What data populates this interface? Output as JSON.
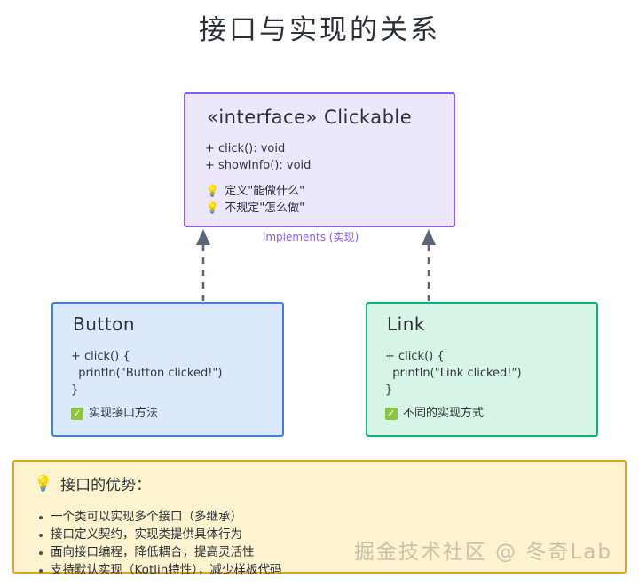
{
  "title": "接口与实现的关系",
  "interface_box": {
    "name": "«interface» Clickable",
    "members": "+ click(): void\n+ showInfo(): void",
    "notes": [
      {
        "icon": "💡",
        "text": "定义\"能做什么\""
      },
      {
        "icon": "💡",
        "text": "不规定\"怎么做\""
      }
    ],
    "fill": "#ece7fb",
    "border": "#8b5cf6"
  },
  "edge_label": "implements (实现)",
  "implementations": [
    {
      "name": "Button",
      "members": "+ click() {\n  println(\"Button clicked!\")\n}",
      "note_icon": "✓",
      "note_text": "实现接口方法",
      "fill": "#dce9fa",
      "border": "#3b82e0"
    },
    {
      "name": "Link",
      "members": "+ click() {\n  println(\"Link clicked!\")\n}",
      "note_icon": "✓",
      "note_text": "不同的实现方式",
      "fill": "#d6f5e6",
      "border": "#13b077"
    }
  ],
  "benefits": {
    "icon": "💡",
    "heading": "接口的优势：",
    "items": [
      "一个类可以实现多个接口（多继承）",
      "接口定义契约，实现类提供具体行为",
      "面向接口编程，降低耦合，提高灵活性",
      "支持默认实现（Kotlin特性），减少样板代码"
    ],
    "fill": "#fdf3cf",
    "border": "#e0a423"
  },
  "watermark": "掘金技术社区 @ 冬奇Lab"
}
